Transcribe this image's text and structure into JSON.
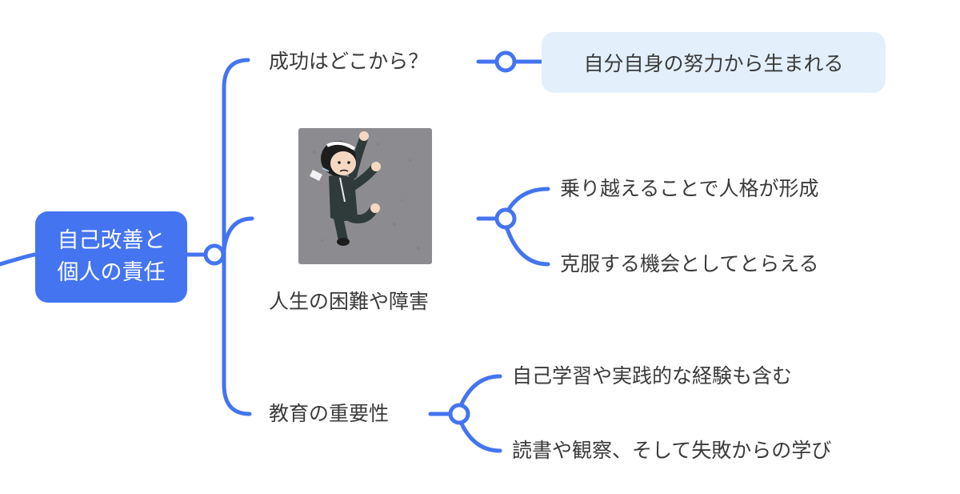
{
  "diagram": {
    "root": {
      "line1": "自己改善と",
      "line2": "個人の責任"
    },
    "branches": [
      {
        "label": "成功はどこから？",
        "leaves": [
          "自分自身の努力から生まれる"
        ]
      },
      {
        "label": "人生の困難や障害",
        "leaves": [
          "乗り越えることで人格が形成",
          "克服する機会としてとらえる"
        ]
      },
      {
        "label": "教育の重要性",
        "leaves": [
          "自己学習や実践的な経験も含む",
          "読書や観察、そして失敗からの学び"
        ]
      }
    ]
  },
  "colors": {
    "accent": "#4474f0",
    "root_text": "#ffffff",
    "highlight_fill": "#e3f0fc",
    "text": "#3a3a3a"
  },
  "icons": [
    "climbing-person-illustration",
    "connector-node-icon"
  ]
}
